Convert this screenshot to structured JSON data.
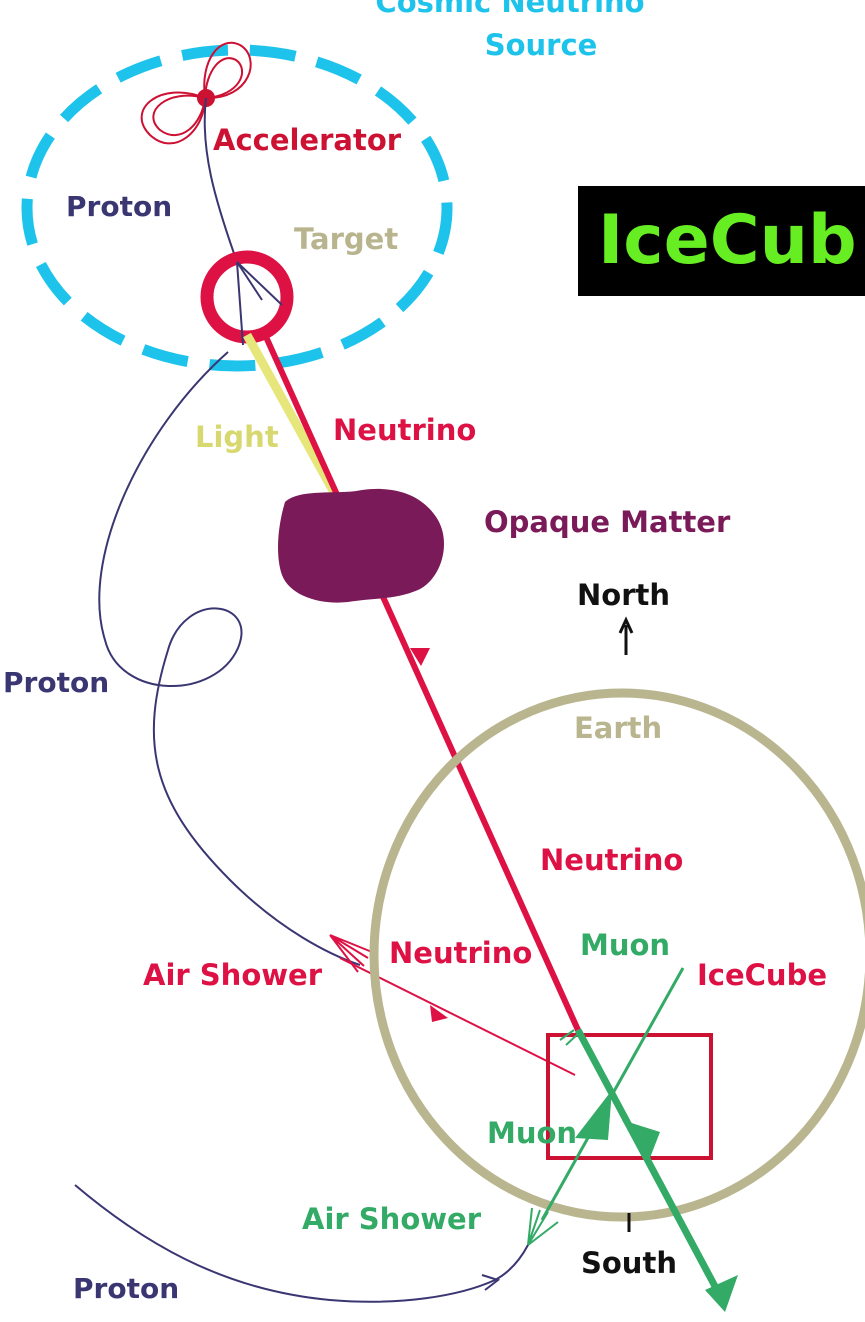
{
  "banner": {
    "text": "IceCub",
    "background": "#000000",
    "color": "#66ee22"
  },
  "labels": {
    "source_title_1": "Cosmic Neutrino",
    "source_title_2": "Source",
    "accelerator": "Accelerator",
    "proton_top": "Proton",
    "target": "Target",
    "light": "Light",
    "neutrino_upper": "Neutrino",
    "opaque_matter": "Opaque Matter",
    "north": "North",
    "proton_mid": "Proton",
    "earth": "Earth",
    "neutrino_earth": "Neutrino",
    "neutrino_shower": "Neutrino",
    "muon_upper": "Muon",
    "icecube": "IceCube",
    "air_shower_left": "Air Shower",
    "muon_lower": "Muon",
    "air_shower_bottom": "Air Shower",
    "south": "South",
    "proton_bottom": "Proton"
  },
  "colors": {
    "source_blue": "#1ec3ec",
    "neutrino_red": "#dd1144",
    "accelerator_red": "#cc1133",
    "proton_navy": "#3a3672",
    "target_tan": "#b8b48e",
    "light_yellow": "#e6e67a",
    "opaque_purple": "#7b1a58",
    "earth_tan": "#b9b58f",
    "muon_green": "#33aa66",
    "text_black": "#111111"
  }
}
